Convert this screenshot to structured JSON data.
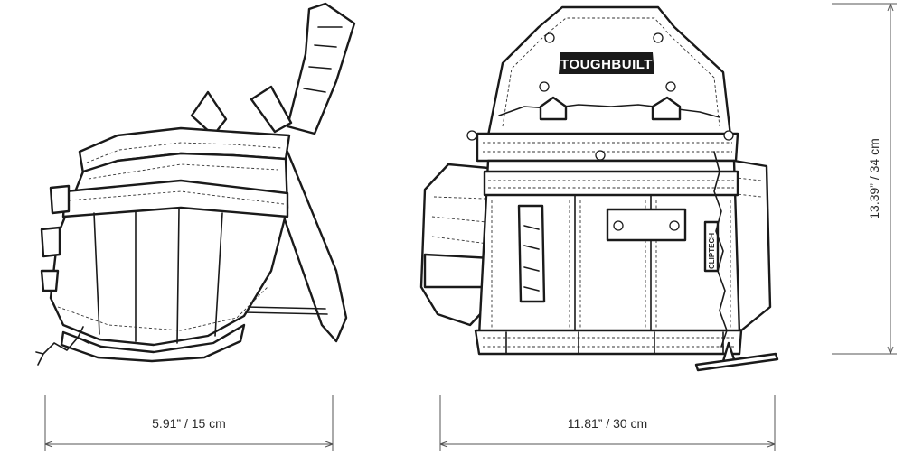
{
  "brand_logo": "TOUGHBUILT",
  "clip_badge": "CLIPTECH",
  "dimensions": {
    "side_width": "5.91” / 15 cm",
    "front_width": "11.81” / 30 cm",
    "height": "13.39”  /  34 cm"
  },
  "colors": {
    "line": "#1a1a1a",
    "dimension_line": "#555555",
    "background": "#ffffff"
  }
}
